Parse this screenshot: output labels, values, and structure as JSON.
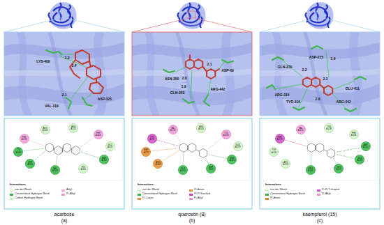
{
  "diagram": {
    "nodes": [
      {
        "text": [
          "ARG A:315"
        ]
      },
      {
        "text": [
          "PHE A:303"
        ]
      },
      {
        "text": [
          "GLU A:411"
        ]
      },
      {
        "text": [
          "ASP A:352"
        ]
      },
      {
        "text": [
          "HIS A:351"
        ]
      },
      {
        "text": [
          "VAL A:319"
        ]
      },
      {
        "text": [
          "ASP A:325"
        ]
      },
      {
        "text": [
          "LYS A:400"
        ]
      },
      {
        "text": [
          "PHE A:178"
        ]
      },
      {
        "text": [
          "ARG A:442"
        ]
      },
      {
        "text": [
          "ARG A:315"
        ]
      },
      {
        "text": [
          "TYR A:158"
        ]
      },
      {
        "text": [
          "GLN A:279"
        ]
      },
      {
        "text": [
          "ASN A:350"
        ]
      },
      {
        "text": [
          "ASP A:69"
        ]
      },
      {
        "text": [
          "GLN A:353"
        ]
      },
      {
        "text": [
          "ARG A:442"
        ]
      },
      {
        "text": [
          "ASP A:215"
        ]
      },
      {
        "text": [
          "TYR A:72"
        ]
      },
      {
        "text": [
          "VAL A:216"
        ]
      },
      {
        "text": [
          "TYR A:158"
        ]
      },
      {
        "text": [
          "PHE A:159"
        ]
      },
      {
        "text": [
          "ASP A:215"
        ]
      },
      {
        "text": [
          "GLN A:279"
        ]
      },
      {
        "text": [
          "GLU A:411"
        ]
      },
      {
        "text": [
          "ARG A:442"
        ]
      },
      {
        "text": [
          "ARG A:315"
        ]
      },
      {
        "text": [
          "TYR A:316"
        ]
      },
      {
        "text": [
          "PHE A:178"
        ]
      },
      {
        "text": [
          "VAL A:216"
        ]
      }
    ],
    "labels": [
      "LYS-400",
      "2.2",
      "2.4",
      "2.1",
      "ASP-325",
      "VAL-319",
      "2.1",
      "ASP-69",
      "ASN-350",
      "2.0",
      "1.9",
      "GLN-353",
      "ARG-442",
      "ASP-215",
      "1.9",
      "GLN-279",
      "2.2",
      "2.2",
      "GLU-411",
      "ARG-315",
      "TYR-316",
      "2.8",
      "ARG-442",
      "Interactions",
      "Interactions",
      "Interactions",
      "acarbose",
      "(a)",
      "quercetin (8)",
      "(b)",
      "kaempferol (15)",
      "(c)"
    ],
    "legend": [
      {
        "text": "van der Waals",
        "color": "#d6f5cc"
      },
      {
        "text": "Conventional Hydrogen Bond",
        "color": "#36b34a"
      },
      {
        "text": "Carbon Hydrogen Bond",
        "color": "#c8efc4"
      },
      {
        "text": "Alkyl",
        "color": "#f2a7d8"
      },
      {
        "text": "Pi-Alkyl",
        "color": "#ee95cf"
      },
      {
        "text": "van der Waals",
        "color": "#d6f5cc"
      },
      {
        "text": "Conventional Hydrogen Bond",
        "color": "#36b34a"
      },
      {
        "text": "Pi-Cation",
        "color": "#e8923a"
      },
      {
        "text": "Pi-Anion",
        "color": "#e08a2c"
      },
      {
        "text": "Pi-Pi Stacked",
        "color": "#b93fc9"
      },
      {
        "text": "Pi-Alkyl",
        "color": "#ee95cf"
      },
      {
        "text": "van der Waals",
        "color": "#d6f5cc"
      },
      {
        "text": "Conventional Hydrogen Bond",
        "color": "#36b34a"
      },
      {
        "text": "Pi-Anion",
        "color": "#e08a2c"
      },
      {
        "text": "Pi-Pi T-shaped",
        "color": "#c44fd0"
      },
      {
        "text": "Pi-Alkyl",
        "color": "#ee95cf"
      }
    ]
  }
}
